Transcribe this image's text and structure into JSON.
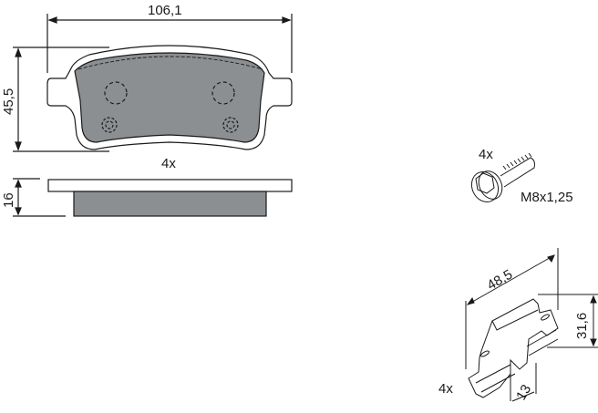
{
  "brake_pad": {
    "width_label": "106,1",
    "height_label": "45,5",
    "quantity_label": "4x",
    "thickness_label": "16",
    "fill_color": "#8c8f91",
    "outline_color": "#1a1a1a"
  },
  "bolt": {
    "quantity_label": "4x",
    "thread_label": "M8x1,25"
  },
  "clip": {
    "length_label": "48,5",
    "height_label": "31,6",
    "width_label": "13",
    "quantity_label": "4x"
  }
}
